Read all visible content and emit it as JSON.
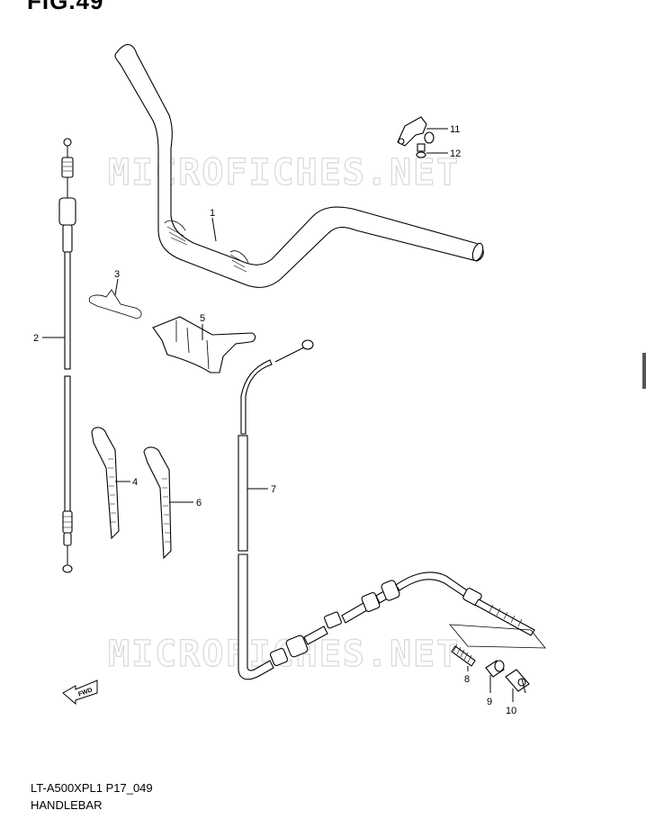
{
  "figure": {
    "title": "FIG.49"
  },
  "watermark": {
    "text": "MICROFICHES.NET",
    "color": "#d8d8d8"
  },
  "callouts": [
    "1",
    "2",
    "3",
    "4",
    "5",
    "6",
    "7",
    "8",
    "9",
    "10",
    "11",
    "12"
  ],
  "footer": {
    "code": "LT-A500XPL1 P17_049",
    "section": "HANDLEBAR"
  },
  "fwd_label": "FWD"
}
